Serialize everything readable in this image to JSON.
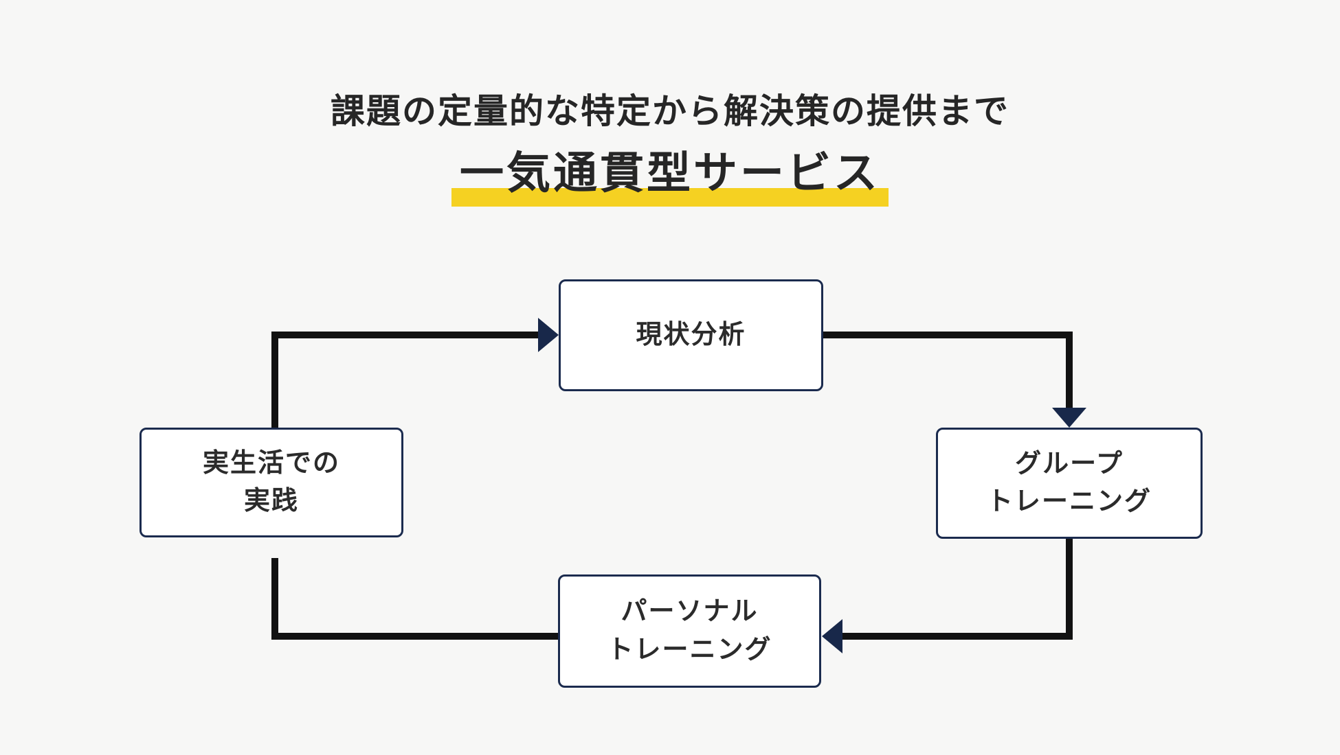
{
  "title": {
    "line1": "課題の定量的な特定から解決策の提供まで",
    "line2": "一気通貫型サービス"
  },
  "nodes": [
    {
      "id": "current-analysis",
      "label": "現状分析"
    },
    {
      "id": "group-training",
      "label": "グループ\nトレーニング"
    },
    {
      "id": "personal-training",
      "label": "パーソナル\nトレーニング"
    },
    {
      "id": "real-life-practice",
      "label": "実生活での\n実践"
    }
  ],
  "flow": [
    "real-life-practice -> current-analysis",
    "current-analysis -> group-training",
    "group-training -> personal-training",
    "personal-training -> real-life-practice"
  ],
  "colors": {
    "background": "#f7f7f6",
    "node_border": "#1b2b4e",
    "node_bg": "#ffffff",
    "line_black": "#121212",
    "arrow_navy": "#18284a",
    "highlight_yellow": "#f5d122",
    "text_dark": "#262626"
  }
}
